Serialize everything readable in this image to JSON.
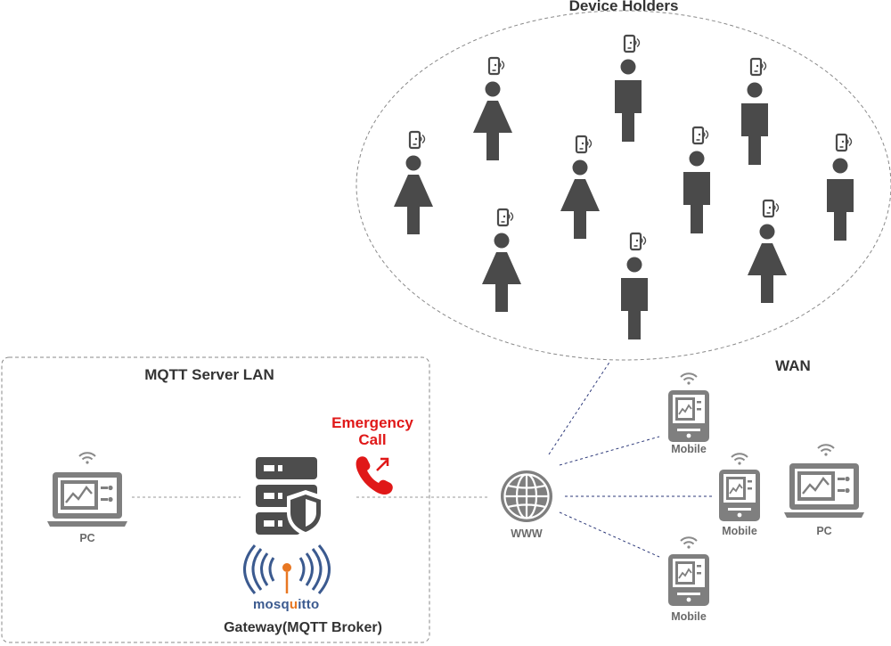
{
  "titles": {
    "device_holders": "Device Holders",
    "wan": "WAN",
    "mqtt_lan": "MQTT Server LAN"
  },
  "labels": {
    "emergency_line1": "Emergency",
    "emergency_line2": "Call",
    "gateway": "Gateway(MQTT Broker)",
    "www": "WWW",
    "pc_left": "PC",
    "pc_right": "PC",
    "mobile_1": "Mobile",
    "mobile_2": "Mobile",
    "mobile_3": "Mobile"
  },
  "logo": {
    "prefix": "mosq",
    "highlight": "u",
    "suffix": "itto",
    "prefix_color": "#3b5a8f",
    "highlight_color": "#e87722"
  },
  "colors": {
    "person": "#4a4a4a",
    "device": "#7f7f7f",
    "server": "#4d4d4d",
    "emergency": "#e01818",
    "wan_line": "#2e3a7a",
    "dashed_border": "#8a8a8a"
  }
}
